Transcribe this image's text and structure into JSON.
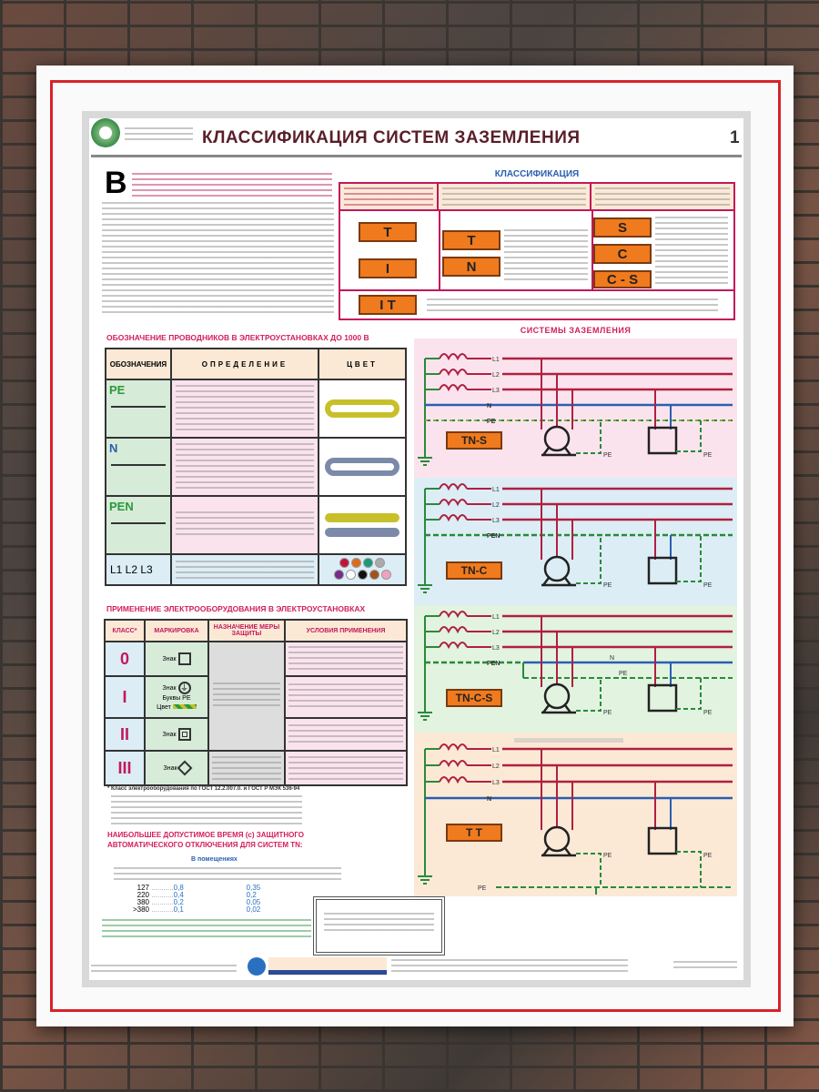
{
  "header": {
    "title": "КЛАССИФИКАЦИЯ СИСТЕМ ЗАЗЕМЛЕНИЯ",
    "page_number": "1",
    "dropcap": "В"
  },
  "classification": {
    "title": "КЛАССИФИКАЦИЯ",
    "first_letter": [
      "T",
      "I"
    ],
    "second_letter": [
      "T",
      "N"
    ],
    "next_letters": [
      "S",
      "C",
      "C - S"
    ],
    "it_label": "I T"
  },
  "conductors": {
    "title": "ОБОЗНАЧЕНИЕ ПРОВОДНИКОВ В ЭЛЕКТРОУСТАНОВКАХ ДО 1000 В",
    "headers": [
      "ОБОЗНАЧЕНИЯ",
      "ОПРЕДЕЛЕНИЕ",
      "ЦВЕТ"
    ],
    "rows": [
      {
        "label": "PE",
        "color": "#2a9a3a"
      },
      {
        "label": "N",
        "color": "#2a5fb0"
      },
      {
        "label": "PEN",
        "color": "#2a9a3a"
      }
    ],
    "phase_label": "L1 L2 L3",
    "phase_colors": [
      "#c0143c",
      "#e06a1a",
      "#1a9a7a",
      "#aaaaaa",
      "#7a2a8a",
      "#ffffff",
      "#111111",
      "#a0521e",
      "#f0a0c0"
    ]
  },
  "equipment": {
    "title": "ПРИМЕНЕНИЕ ЭЛЕКТРООБОРУДОВАНИЯ В ЭЛЕКТРОУСТАНОВКАХ",
    "headers": [
      "КЛАСС*",
      "МАРКИРОВКА",
      "НАЗНАЧЕНИЕ МЕРЫ ЗАЩИТЫ",
      "УСЛОВИЯ ПРИМЕНЕНИЯ"
    ],
    "classes": [
      "0",
      "I",
      "II",
      "III"
    ],
    "mark_prefix": "Знак",
    "pe_letters": "Буквы  PE",
    "pe_color": "Цвет"
  },
  "notes": {
    "standard": "* Класс электрооборудования по ГОСТ 12.2.007.0. и ГОСТ Р МЭК 536-94",
    "max_time_title": "НАИБОЛЬШЕЕ ДОПУСТИМОЕ ВРЕМЯ (с) ЗАЩИТНОГО АВТОМАТИЧЕСКОГО ОТКЛЮЧЕНИЯ ДЛЯ СИСТЕМ TN:",
    "subtitle": "В помещениях",
    "rows": [
      {
        "v": "127",
        "a": "0,8",
        "b": "0,35"
      },
      {
        "v": "220",
        "a": "0,4",
        "b": "0,2"
      },
      {
        "v": "380",
        "a": "0,2",
        "b": "0,05"
      },
      {
        "v": ">380",
        "a": "0,1",
        "b": "0,02"
      }
    ]
  },
  "systems": {
    "title": "СИСТЕМЫ ЗАЗЕМЛЕНИЯ",
    "items": [
      {
        "label": "TN-S",
        "bg": "#fbe3ee"
      },
      {
        "label": "TN-C",
        "bg": "#dcedf5"
      },
      {
        "label": "TN-C-S",
        "bg": "#e2f3e0"
      },
      {
        "label": "T T",
        "bg": "#fbe9d6"
      }
    ],
    "wire_labels": {
      "l1": "L1",
      "l2": "L2",
      "l3": "L3",
      "n": "N",
      "pe": "PE",
      "pen": "PEN"
    }
  }
}
